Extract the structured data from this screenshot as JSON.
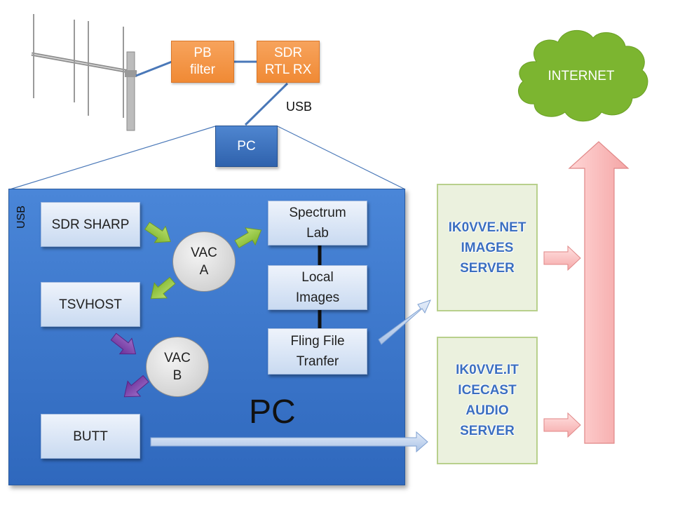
{
  "antenna": {
    "filter_label": "PB\nfilter",
    "sdr_label": "SDR\nRTL RX",
    "usb_label": "USB"
  },
  "pc_small_label": "PC",
  "pc_panel": {
    "usb_label": "USB",
    "big_label": "PC",
    "sdr_sharp": "SDR SHARP",
    "tsvhost": "TSVHOST",
    "butt": "BUTT",
    "vac_a": "VAC\nA",
    "vac_b": "VAC\nB",
    "spectrum_lab": "Spectrum\nLab",
    "local_images": "Local\nImages",
    "fling": "Fling File\nTranfer"
  },
  "servers": {
    "images": "IK0VVE.NET\nIMAGES\nSERVER",
    "icecast": "IK0VVE.IT\nICECAST\nAUDIO\nSERVER"
  },
  "internet_label": "INTERNET",
  "colors": {
    "orange": "#f08a35",
    "pc_blue": "#3a74c6",
    "green_arrow": "#8cc63f",
    "purple_arrow": "#7030a0",
    "server_text": "#3b6fc0",
    "cloud": "#7ab32e"
  }
}
